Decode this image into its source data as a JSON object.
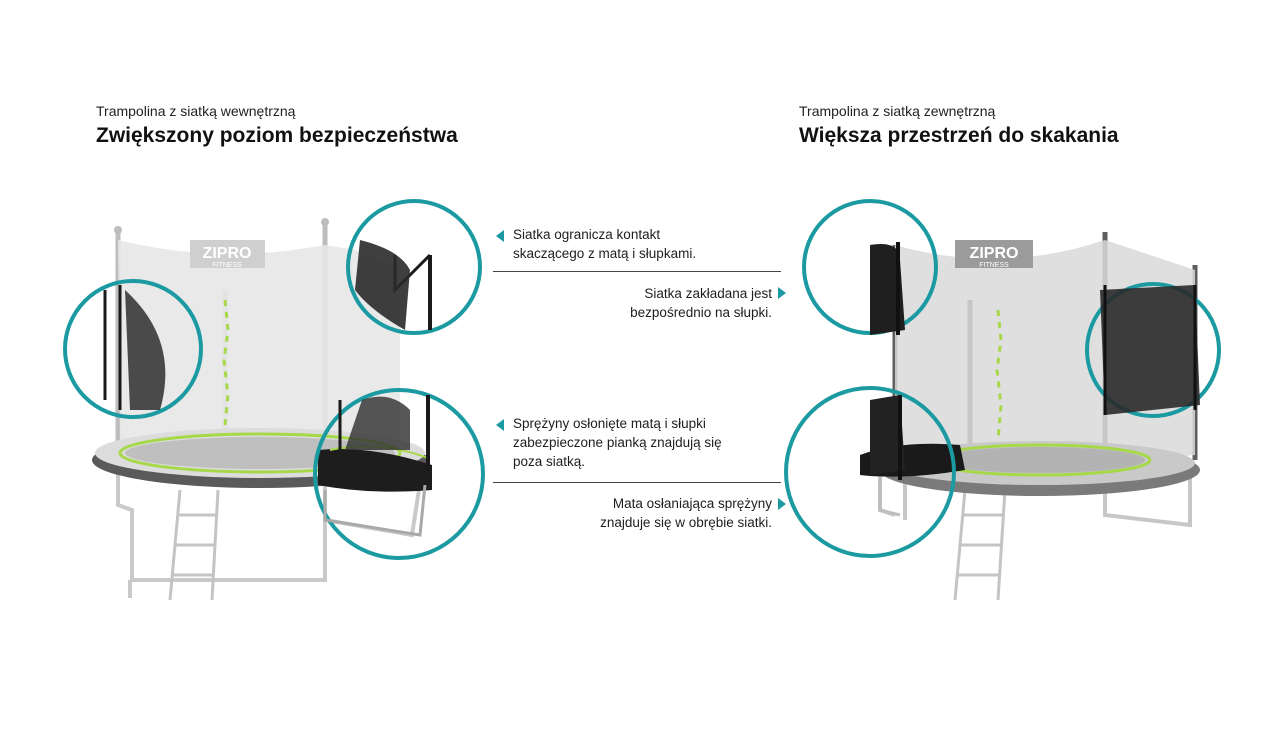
{
  "left_panel": {
    "subtitle": "Trampolina z siatką wewnętrzną",
    "headline": "Zwiększony poziom bezpieczeństwa",
    "net_logo": "ZIPRO",
    "net_logo_sub": "FITNESS"
  },
  "right_panel": {
    "subtitle": "Trampolina z siatką zewnętrzną",
    "headline": "Większa przestrzeń do skakania",
    "net_logo": "ZIPRO",
    "net_logo_sub": "FITNESS"
  },
  "notes": {
    "inner_net_1": "Siatka ogranicza kontakt",
    "inner_net_2": "skaczącego z matą i słupkami.",
    "outer_net_1": "Siatka zakładana jest",
    "outer_net_2": "bezpośrednio na słupki.",
    "inner_springs_1": "Sprężyny osłonięte matą i słupki",
    "inner_springs_2": "zabezpieczone pianką znajdują się",
    "inner_springs_3": "poza siatką.",
    "outer_springs_1": "Mata osłaniająca sprężyny",
    "outer_springs_2": "znajduje się w obrębie siatki."
  },
  "colors": {
    "accent": "#1c9aa2",
    "lime": "#a6d84a"
  }
}
